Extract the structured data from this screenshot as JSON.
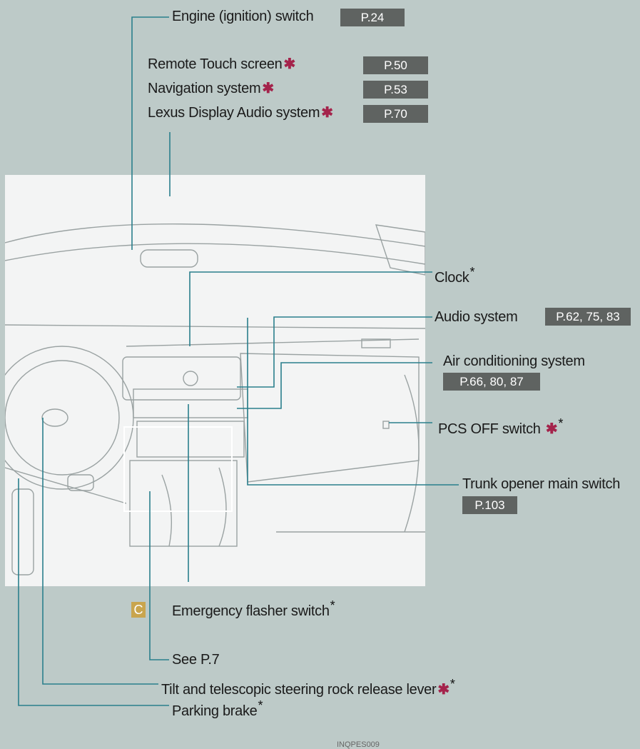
{
  "labels": {
    "engine": {
      "text": "Engine (ignition) switch",
      "page": "P.24"
    },
    "remote_touch": {
      "text": "Remote Touch screen",
      "page": "P.50"
    },
    "navigation": {
      "text": "Navigation system",
      "page": "P.53"
    },
    "lexus_audio": {
      "text": "Lexus Display Audio system",
      "page": "P.70"
    },
    "clock": {
      "text": "Clock"
    },
    "audio": {
      "text": "Audio system",
      "page": "P.62, 75, 83"
    },
    "air_conditioning": {
      "text": "Air conditioning system",
      "page": "P.66, 80, 87"
    },
    "pcs_off": {
      "text": "PCS OFF switch"
    },
    "trunk_opener": {
      "text": "Trunk opener main switch",
      "page": "P.103"
    },
    "emergency_flasher": {
      "text": "Emergency flasher switch"
    },
    "see_p7": {
      "text": "See P.7"
    },
    "tilt_steering": {
      "text": "Tilt and telescopic steering rock release lever"
    },
    "parking_brake": {
      "text": "Parking brake"
    }
  },
  "illustration": {
    "code": "INQPES009",
    "badge": "C"
  },
  "markers": {
    "red_star": "✱",
    "black_star": "*"
  },
  "colors": {
    "background": "#bdcac8",
    "leader_line": "#2a7f8c",
    "page_box": "#5f6361",
    "red_star": "#a4234b",
    "badge": "#c9a54e"
  }
}
